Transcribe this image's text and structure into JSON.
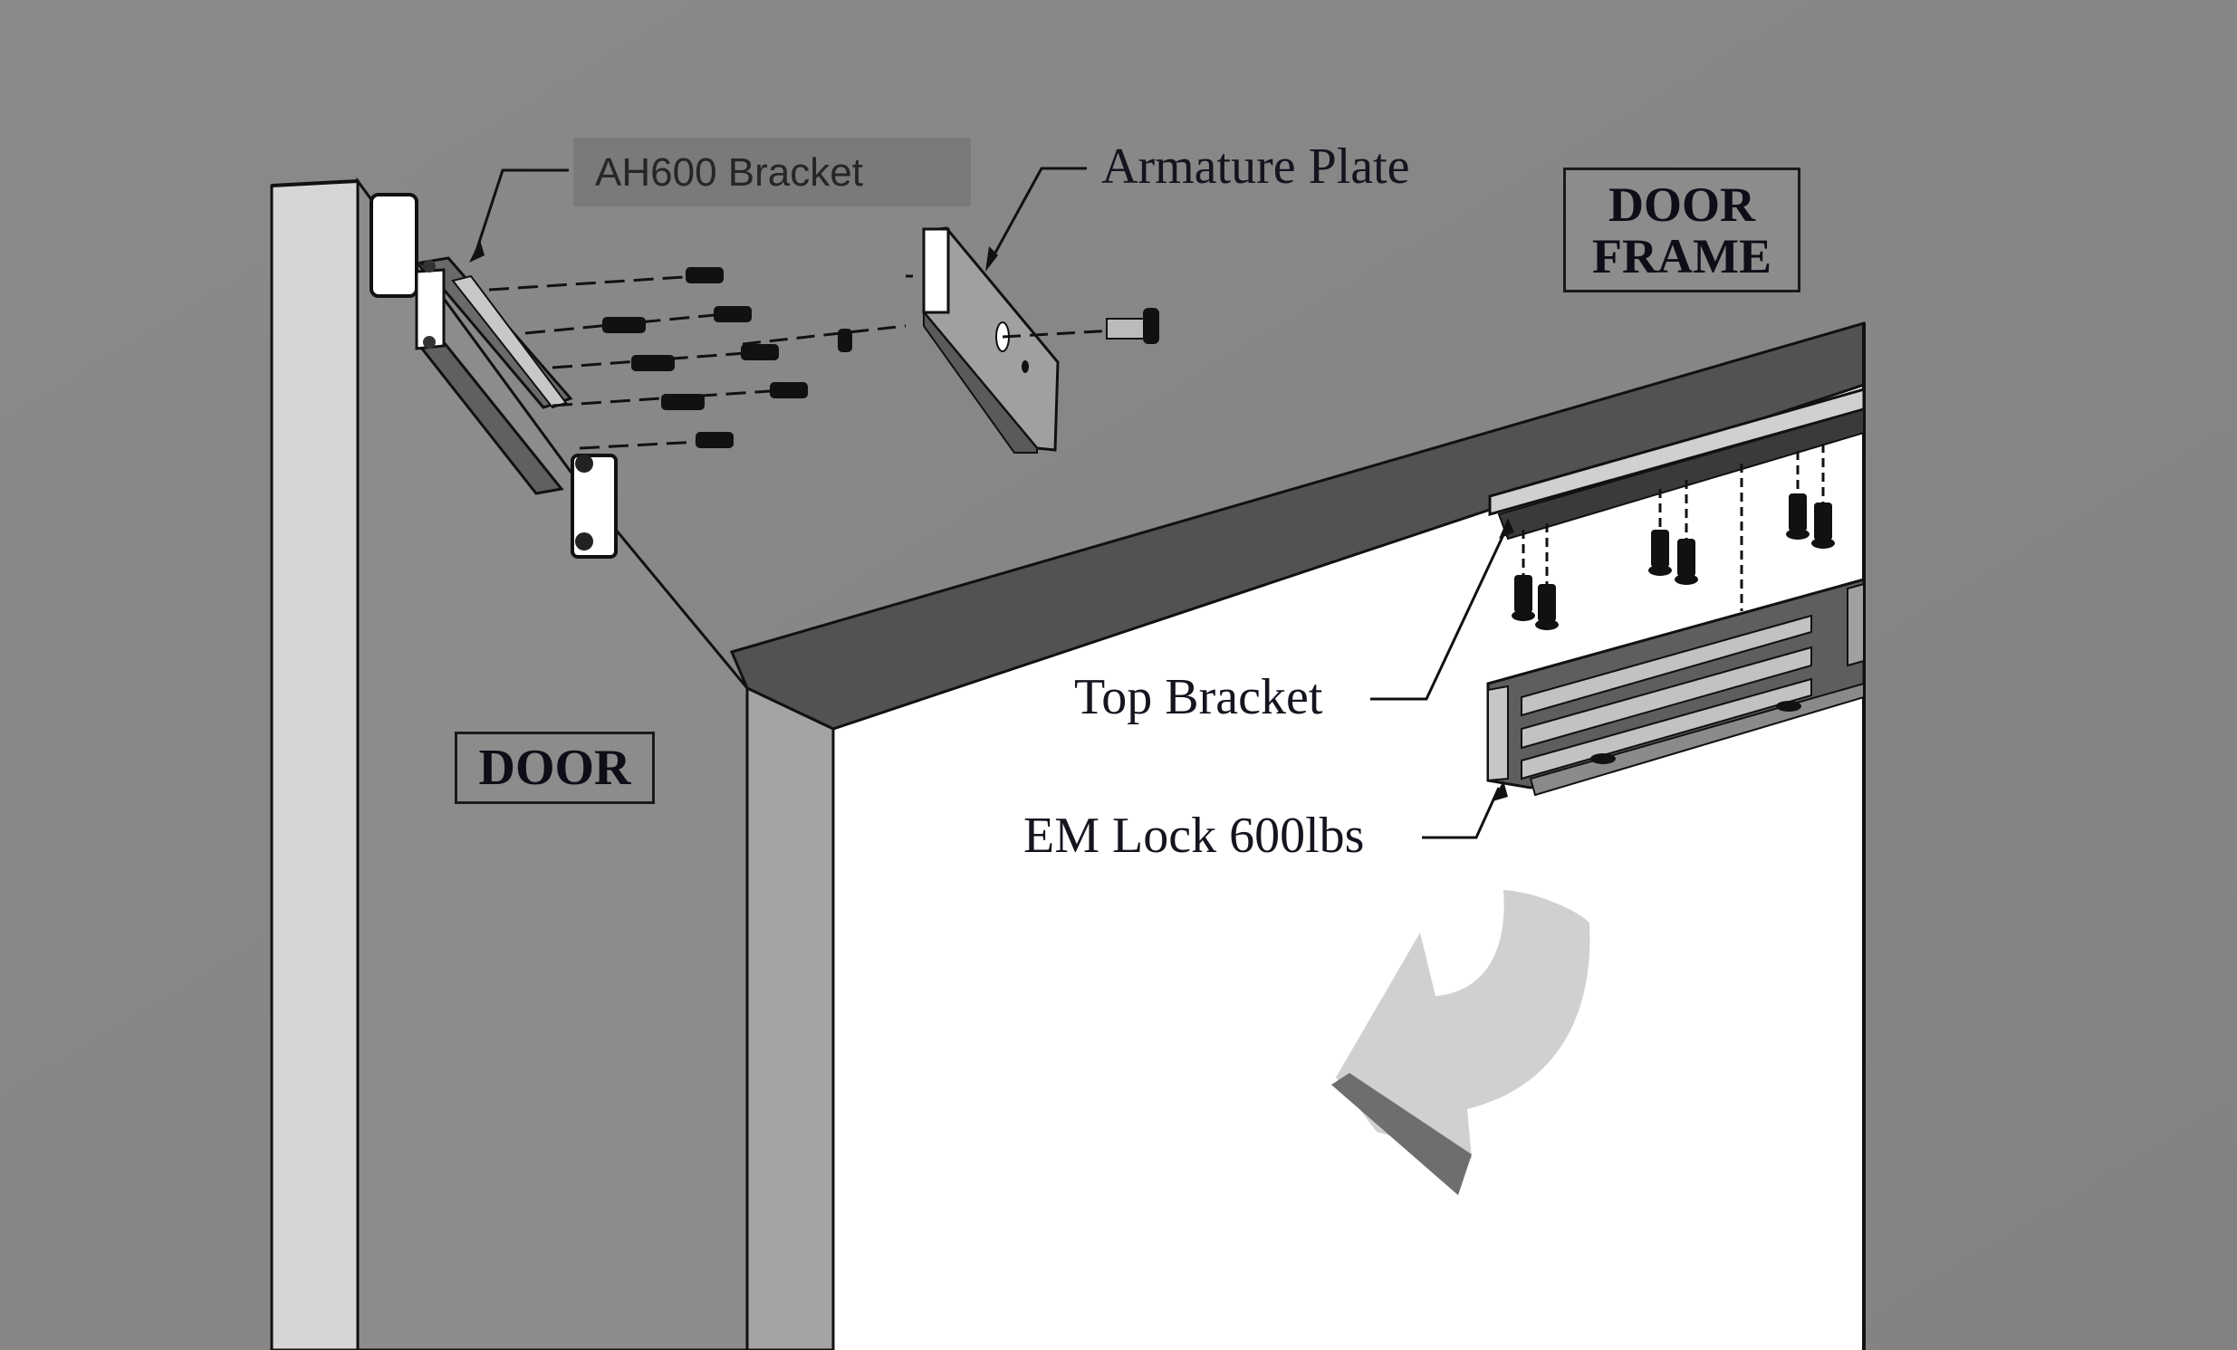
{
  "diagram": {
    "title": "EM Lock with AH600 bracket installation",
    "colors": {
      "background": "#858585",
      "door_face": "#8c8c8c",
      "door_edge": "#d6d6d6",
      "frame_head": "#525252",
      "frame_jamb": "#a4a4a4",
      "opening": "#ffffff",
      "ink": "#111111",
      "arrow_face": "#d0d0d0",
      "arrow_side": "#6e6e6e"
    },
    "callouts": {
      "ah600_bracket": "AH600 Bracket",
      "armature_plate": "Armature Plate",
      "top_bracket": "Top Bracket",
      "em_lock": "EM Lock 600lbs"
    },
    "tags": {
      "door": "DOOR",
      "door_frame_line1": "DOOR",
      "door_frame_line2": "FRAME"
    },
    "parts": [
      {
        "id": "ah600-bracket",
        "name": "AH600 Bracket",
        "screws": 5
      },
      {
        "id": "armature-plate",
        "name": "Armature Plate",
        "fasteners": [
          "sex bolt",
          "washer",
          "bolt"
        ]
      },
      {
        "id": "top-bracket",
        "name": "Top Bracket",
        "screws": 6
      },
      {
        "id": "em-lock",
        "name": "EM Lock 600lbs",
        "holding_force_lbs": 600
      }
    ],
    "indicator": {
      "icon": "curved-arrow-icon",
      "meaning": "door swing direction"
    }
  }
}
